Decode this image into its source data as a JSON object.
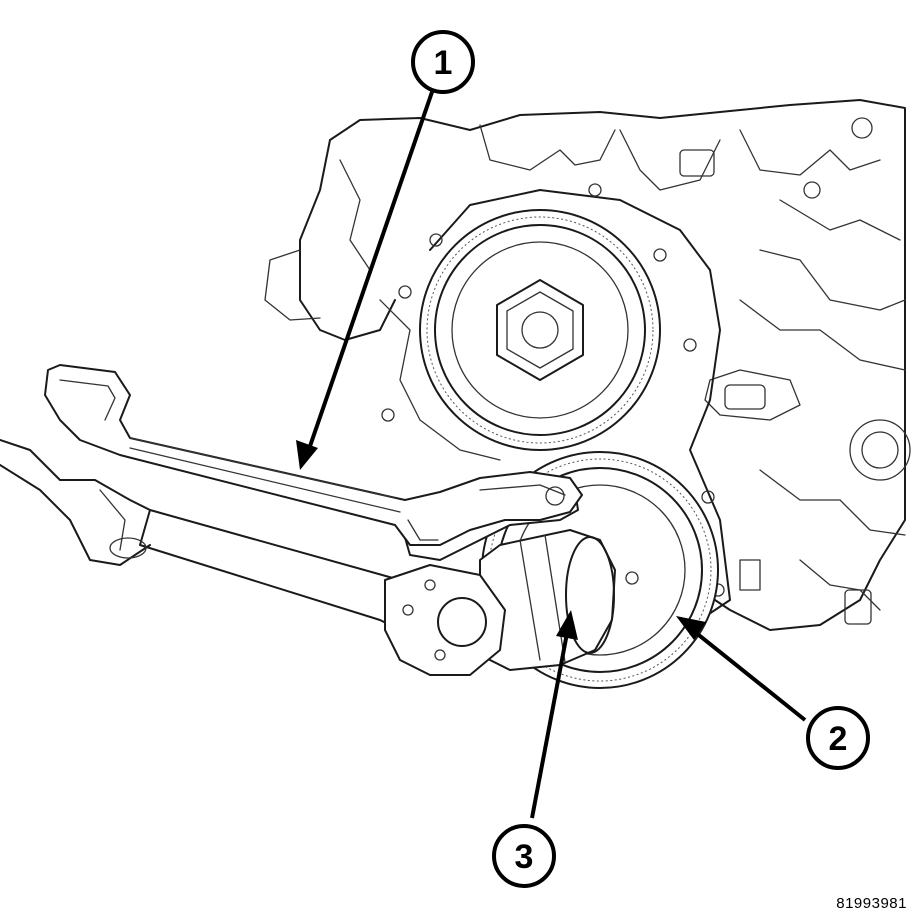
{
  "callouts": [
    {
      "label": "1"
    },
    {
      "label": "2"
    },
    {
      "label": "3"
    }
  ],
  "figure_id": "81993981",
  "colors": {
    "line": "#1a1a1a",
    "background": "#ffffff"
  }
}
